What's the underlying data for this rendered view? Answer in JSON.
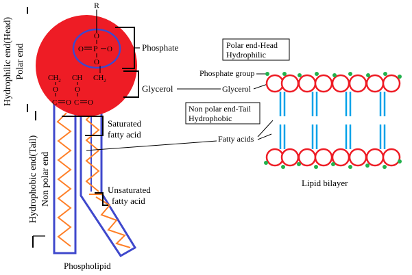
{
  "colors": {
    "head": "#ee1c25",
    "outline": "#3f48cc",
    "tail": "#ff7f27",
    "bilayer_tail": "#00a2e8",
    "bilayer_dot": "#22b14c",
    "line": "#000000"
  },
  "head": {
    "r_group": "R",
    "phosphate_O_top": "O",
    "phosphate_O_left": "O",
    "phosphate_P": "P",
    "phosphate_O_right": "O",
    "phosphate_O_bottom": "O",
    "glycerol_ch2_left": "CH",
    "glycerol_ch": "CH",
    "glycerol_ch2_right": "CH",
    "subscript_2": "2",
    "ester_O_left": "O",
    "ester_O_right": "O",
    "carbonyl_C_left": "C",
    "carbonyl_O_left": "O",
    "carbonyl_C_right": "C",
    "carbonyl_O_right": "O"
  },
  "labels": {
    "hydrophilic_line1": "Hydrophilic end(Head)",
    "hydrophilic_line2": "Polar end",
    "hydrophobic_line1": "Hydrophobic end(Tail)",
    "hydrophobic_line2": "Non polar end",
    "phosphate": "Phosphate",
    "glycerol": "Glycerol",
    "saturated_line1": "Saturated",
    "saturated_line2": "fatty acid",
    "unsaturated_line1": "Unsaturated",
    "unsaturated_line2": "fatty acid",
    "phospholipid": "Phospholipid",
    "polar_box_line1": "Polar end-Head",
    "polar_box_line2": "Hydrophilic",
    "nonpolar_box_line1": "Non polar end-Tail",
    "nonpolar_box_line2": "Hydrophobic",
    "phosphate_group": "Phosphate group",
    "glycerol_right": "Glycerol",
    "fatty_acids": "Fatty acids",
    "lipid_bilayer": "Lipid bilayer"
  }
}
